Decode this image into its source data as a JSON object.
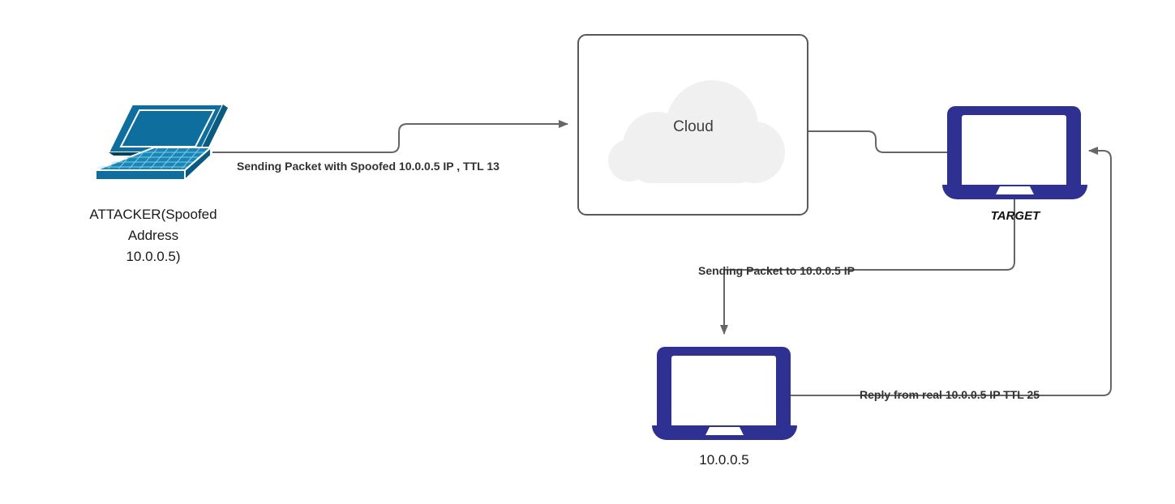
{
  "diagram": {
    "title": "IP Spoofing TTL Detection Diagram",
    "background": "#ffffff",
    "colors": {
      "attacker_laptop": "#0E6E9E",
      "attacker_laptop_dark": "#0B5A80",
      "attacker_laptop_light": "#1787B8",
      "node_navy": "#2F3192",
      "connector_gray": "#666666",
      "box_border": "#595959",
      "cloud_fill": "#F0F0F0",
      "label_text": "#333333"
    },
    "nodes": [
      {
        "id": "attacker",
        "icon": "laptop-isometric-icon",
        "label_lines": [
          "ATTACKER(Spoofed",
          "Address",
          "10.0.0.5)"
        ]
      },
      {
        "id": "cloud",
        "icon": "cloud-icon",
        "label": "Cloud",
        "shape": "rounded-rectangle"
      },
      {
        "id": "target",
        "icon": "laptop-icon",
        "label": "TARGET"
      },
      {
        "id": "real-host",
        "icon": "laptop-icon",
        "label": "10.0.0.5"
      }
    ],
    "edges": [
      {
        "id": "attacker-to-cloud",
        "label": "Sending Packet with Spoofed 10.0.0.5 IP , TTL 13",
        "from": "attacker",
        "to": "cloud",
        "arrow": "end"
      },
      {
        "id": "cloud-to-target",
        "label": "",
        "from": "cloud",
        "to": "target",
        "arrow": "none"
      },
      {
        "id": "target-to-real-host",
        "label": "Sending Packet to 10.0.0.5 IP",
        "from": "target",
        "to": "real-host",
        "arrow": "end"
      },
      {
        "id": "real-host-to-target",
        "label": "Reply from real 10.0.0.5 IP TTL 25",
        "from": "real-host",
        "to": "target",
        "arrow": "end"
      }
    ]
  }
}
